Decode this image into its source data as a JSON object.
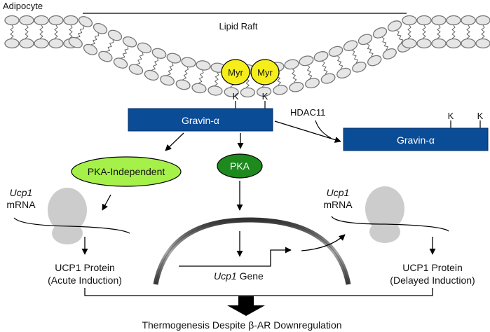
{
  "figure": {
    "cell_label": "Adipocyte",
    "raft_label": "Lipid Raft",
    "myr_labels": [
      "Myr",
      "Myr"
    ],
    "lysine_label": "K",
    "gravin_left": "Gravin-α",
    "gravin_right": "Gravin-α",
    "hdac_label": "HDAC11",
    "pka_independent": "PKA-Independent",
    "pka": "PKA",
    "mrna_left": {
      "gene": "Ucp1",
      "suffix": "mRNA"
    },
    "mrna_right": {
      "gene": "Ucp1",
      "suffix": "mRNA"
    },
    "protein_left": {
      "line1": "UCP1 Protein",
      "line2": "(Acute Induction)"
    },
    "protein_right": {
      "line1": "UCP1 Protein",
      "line2": "(Delayed Induction)"
    },
    "gene_label": {
      "gene": "Ucp1",
      "suffix": " Gene"
    },
    "outcome": "Thermogenesis Despite β-AR Downregulation"
  },
  "colors": {
    "gravin_box": "#0a4c96",
    "myr_fill": "#f5ee1a",
    "pka_independent_fill": "#a6f04a",
    "pka_fill": "#1e8a1e",
    "membrane_head": "#e6e6e6",
    "membrane_stroke": "#777777",
    "ribosome": "#cccccc"
  }
}
